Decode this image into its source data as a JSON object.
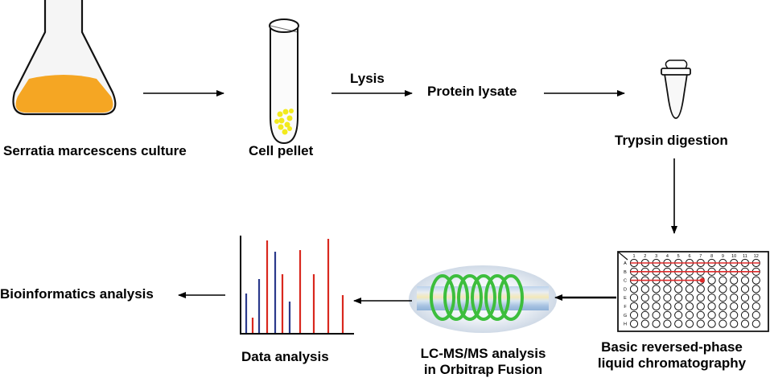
{
  "steps": {
    "culture": "Serratia marcescens culture",
    "pellet": "Cell pellet",
    "lysis": "Lysis",
    "lysate": "Protein lysate",
    "trypsin": "Trypsin digestion",
    "bprp_line1": "Basic reversed-phase",
    "bprp_line2": "liquid chromatography",
    "lcms_line1": "LC-MS/MS analysis",
    "lcms_line2": "in Orbitrap Fusion",
    "data_analysis": "Data analysis",
    "bioinformatics": "Bioinformatics analysis"
  },
  "plate": {
    "columns": [
      "1",
      "2",
      "3",
      "4",
      "5",
      "6",
      "7",
      "8",
      "9",
      "10",
      "11",
      "12"
    ],
    "rows": [
      "A",
      "B",
      "C",
      "D",
      "E",
      "F",
      "G",
      "H"
    ]
  },
  "colors": {
    "culture_liquid": "#F5A623",
    "pellet": "#F2EA1C",
    "red_peak": "#D9281E",
    "blue_peak": "#2B3A8C",
    "coil": "#3DBE3D",
    "plate_red": "#E02A2A"
  }
}
